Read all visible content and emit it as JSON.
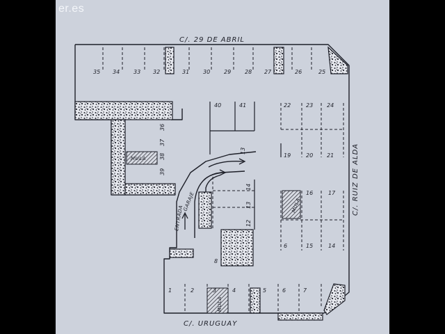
{
  "watermark": "er.es",
  "streets": {
    "north": "C/. 29 DE ABRIL",
    "south": "C/. URUGUAY",
    "east": "C/. RUIZ DE ALDA"
  },
  "labels": {
    "entrance": "ENTRADA",
    "garage": "GARAJE",
    "mula_left": "MULA",
    "mula_right": "MULA",
    "mula_bottom": "MULA"
  },
  "spaces": {
    "top_row": [
      "35",
      "34",
      "33",
      "32",
      "31",
      "30",
      "29",
      "28",
      "27",
      "26",
      "25"
    ],
    "left_block": [
      "36",
      "37",
      "38",
      "39"
    ],
    "middle_top": [
      "40",
      "41"
    ],
    "arrow_spot": "13",
    "right_top": [
      "22",
      "23",
      "24"
    ],
    "right_mid": [
      "19",
      "20",
      "21"
    ],
    "right_lower_top": [
      "16",
      "17"
    ],
    "right_lower_bottom": [
      "6",
      "15",
      "14"
    ],
    "center_column": [
      "14",
      "13",
      "12"
    ],
    "center_small": "8",
    "bottom_row": [
      "1",
      "2",
      "3",
      "4",
      "5",
      "6",
      "7"
    ]
  },
  "colors": {
    "paper": "#cdd2dc",
    "ink": "#1d1f28"
  }
}
